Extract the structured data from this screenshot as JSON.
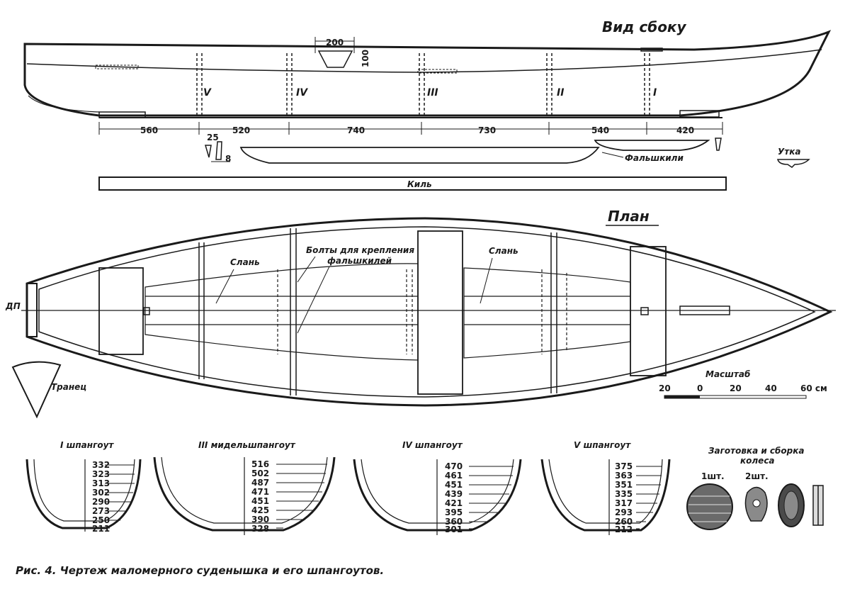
{
  "titles": {
    "side_view": "Вид сбоку",
    "plan": "План",
    "keel": "Киль",
    "false_keels": "Фальшкили",
    "cleat": "Утка",
    "transom": "Транец",
    "floorboards_left": "Слань",
    "floorboards_right": "Слань",
    "bolts": "Болты для крепления",
    "bolts2": "фальшкилей",
    "centerline": "ДП",
    "scale": "Масштаб",
    "wheel_title1": "Заготовка и сборка",
    "wheel_title2": "колеса",
    "wheel_count1": "1шт.",
    "wheel_count2": "2шт."
  },
  "side_view": {
    "frames": [
      "V",
      "IV",
      "III",
      "II",
      "I"
    ],
    "spacings": [
      "560",
      "520",
      "740",
      "730",
      "540",
      "420"
    ],
    "block_width": "200",
    "block_height": "100",
    "detail_a": "25",
    "detail_b": "8"
  },
  "scale": {
    "ticks": [
      "20",
      "0",
      "20",
      "40",
      "60 см"
    ]
  },
  "frames": [
    {
      "title": "I шпангоут",
      "values": [
        "332",
        "323",
        "313",
        "302",
        "290",
        "273",
        "250",
        "211"
      ]
    },
    {
      "title": "III мидельшпангоут",
      "values": [
        "516",
        "502",
        "487",
        "471",
        "451",
        "425",
        "390",
        "328"
      ]
    },
    {
      "title": "IV шпангоут",
      "values": [
        "470",
        "461",
        "451",
        "439",
        "421",
        "395",
        "360",
        "301"
      ]
    },
    {
      "title": "V шпангоут",
      "values": [
        "375",
        "363",
        "351",
        "335",
        "317",
        "293",
        "260",
        "212"
      ]
    }
  ],
  "caption": "Рис. 4. Чертеж маломерного суденышка и его шпангоутов."
}
